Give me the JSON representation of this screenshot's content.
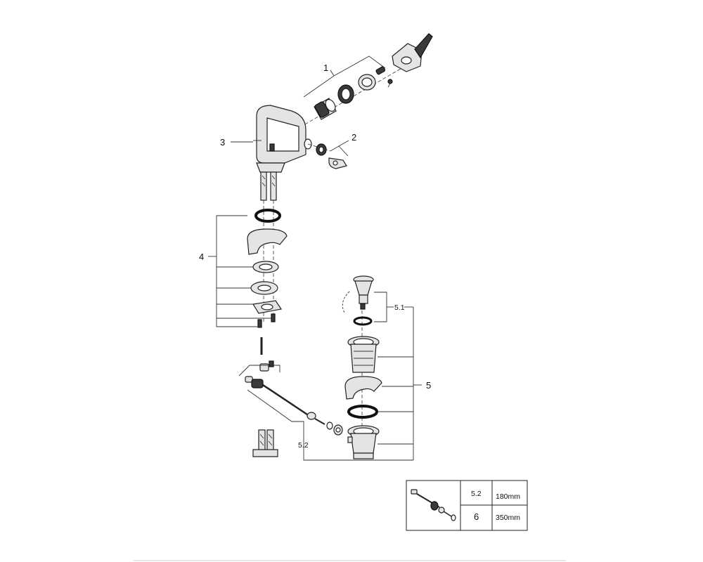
{
  "callouts": {
    "c1": "1",
    "c2": "2",
    "c3": "3",
    "c4": "4",
    "c5": "5",
    "c5_1": "5.1",
    "c5_2": "5.2"
  },
  "legend_table": {
    "rows": [
      {
        "item": "5.2",
        "length": "180mm"
      },
      {
        "item": "6",
        "length": "350mm"
      }
    ]
  },
  "colors": {
    "line": "#222222",
    "part_fill": "#e4e4e4",
    "part_dark": "#3a3a3a"
  }
}
